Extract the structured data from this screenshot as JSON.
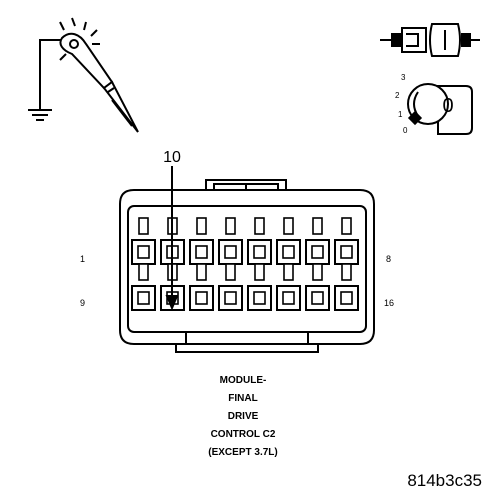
{
  "callout": {
    "pin_number": "10"
  },
  "pin_labels": {
    "row1_left": "1",
    "row1_right": "8",
    "row2_left": "9",
    "row2_right": "16"
  },
  "ignition_key": {
    "positions": [
      "3",
      "2",
      "1",
      "0"
    ],
    "cylinder_label": "0"
  },
  "caption": {
    "lines": [
      "MODULE-",
      "FINAL",
      "DRIVE",
      "CONTROL C2",
      "(EXCEPT 3.7L)"
    ]
  },
  "figure_id": "814b3c35",
  "pinout": {
    "rows": 2,
    "pins_per_row": 8,
    "highlighted_pin": 10
  }
}
